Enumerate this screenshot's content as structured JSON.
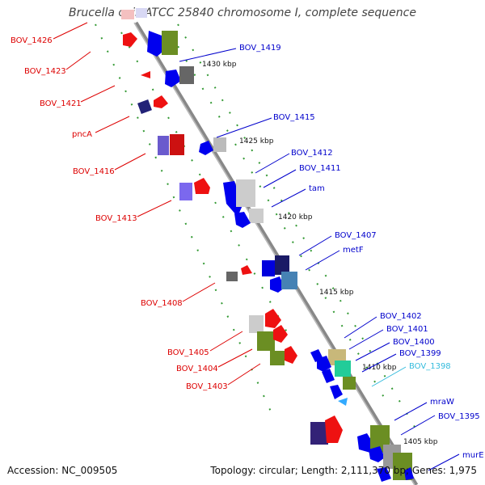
{
  "title": "Brucella ovis ATCC 25840 chromosome I, complete sequence",
  "footer": {
    "accession": "Accession: NC_009505",
    "summary": "Topology: circular; Length: 2,111,370 bp; Genes: 1,975"
  },
  "colors": {
    "left_label": "#dd0000",
    "right_label": "#0000cc",
    "highlight_label": "#33bbdd",
    "backbone": "#888888",
    "dots": "#339933"
  },
  "kbp_ticks": [
    "1430 kbp",
    "1425 kbp",
    "1420 kbp",
    "1415 kbp",
    "1410 kbp",
    "1405 kbp"
  ],
  "left_labels": [
    "BOV_1426",
    "BOV_1423",
    "BOV_1421",
    "pncA",
    "BOV_1416",
    "BOV_1413",
    "BOV_1408",
    "BOV_1405",
    "BOV_1404",
    "BOV_1403"
  ],
  "right_labels": [
    "BOV_1419",
    "BOV_1415",
    "BOV_1412",
    "BOV_1411",
    "tam",
    "BOV_1407",
    "metF",
    "BOV_1402",
    "BOV_1401",
    "BOV_1400",
    "BOV_1399",
    "BOV_1398",
    "mraW",
    "BOV_1395",
    "murE"
  ]
}
